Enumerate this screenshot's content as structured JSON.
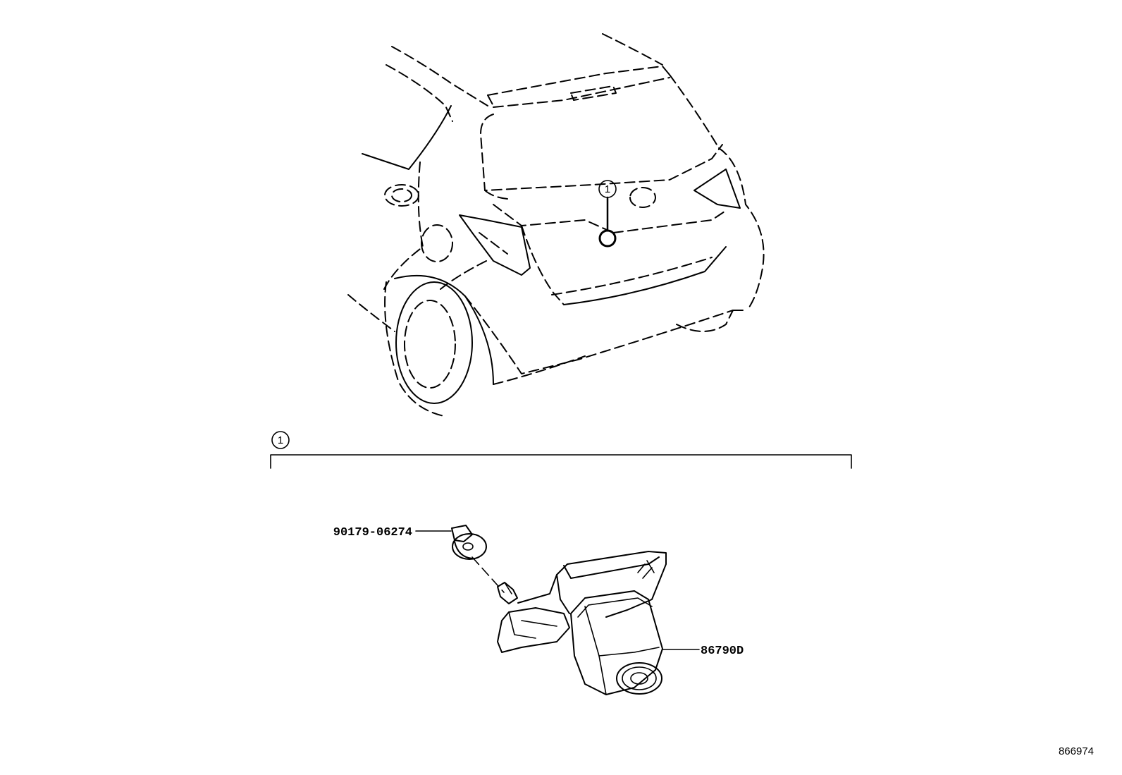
{
  "callouts": {
    "vehicle_callout": "1",
    "group_callout": "1"
  },
  "parts": {
    "bolt_part_number": "90179-06274",
    "camera_part_number": "86790D"
  },
  "illustration_number": "866974",
  "icons": {
    "vehicle": "hatchback-rear-view-icon",
    "bolt": "flange-bolt-icon",
    "camera": "rear-view-camera-icon"
  },
  "colors": {
    "line": "#000000",
    "background": "#ffffff"
  }
}
